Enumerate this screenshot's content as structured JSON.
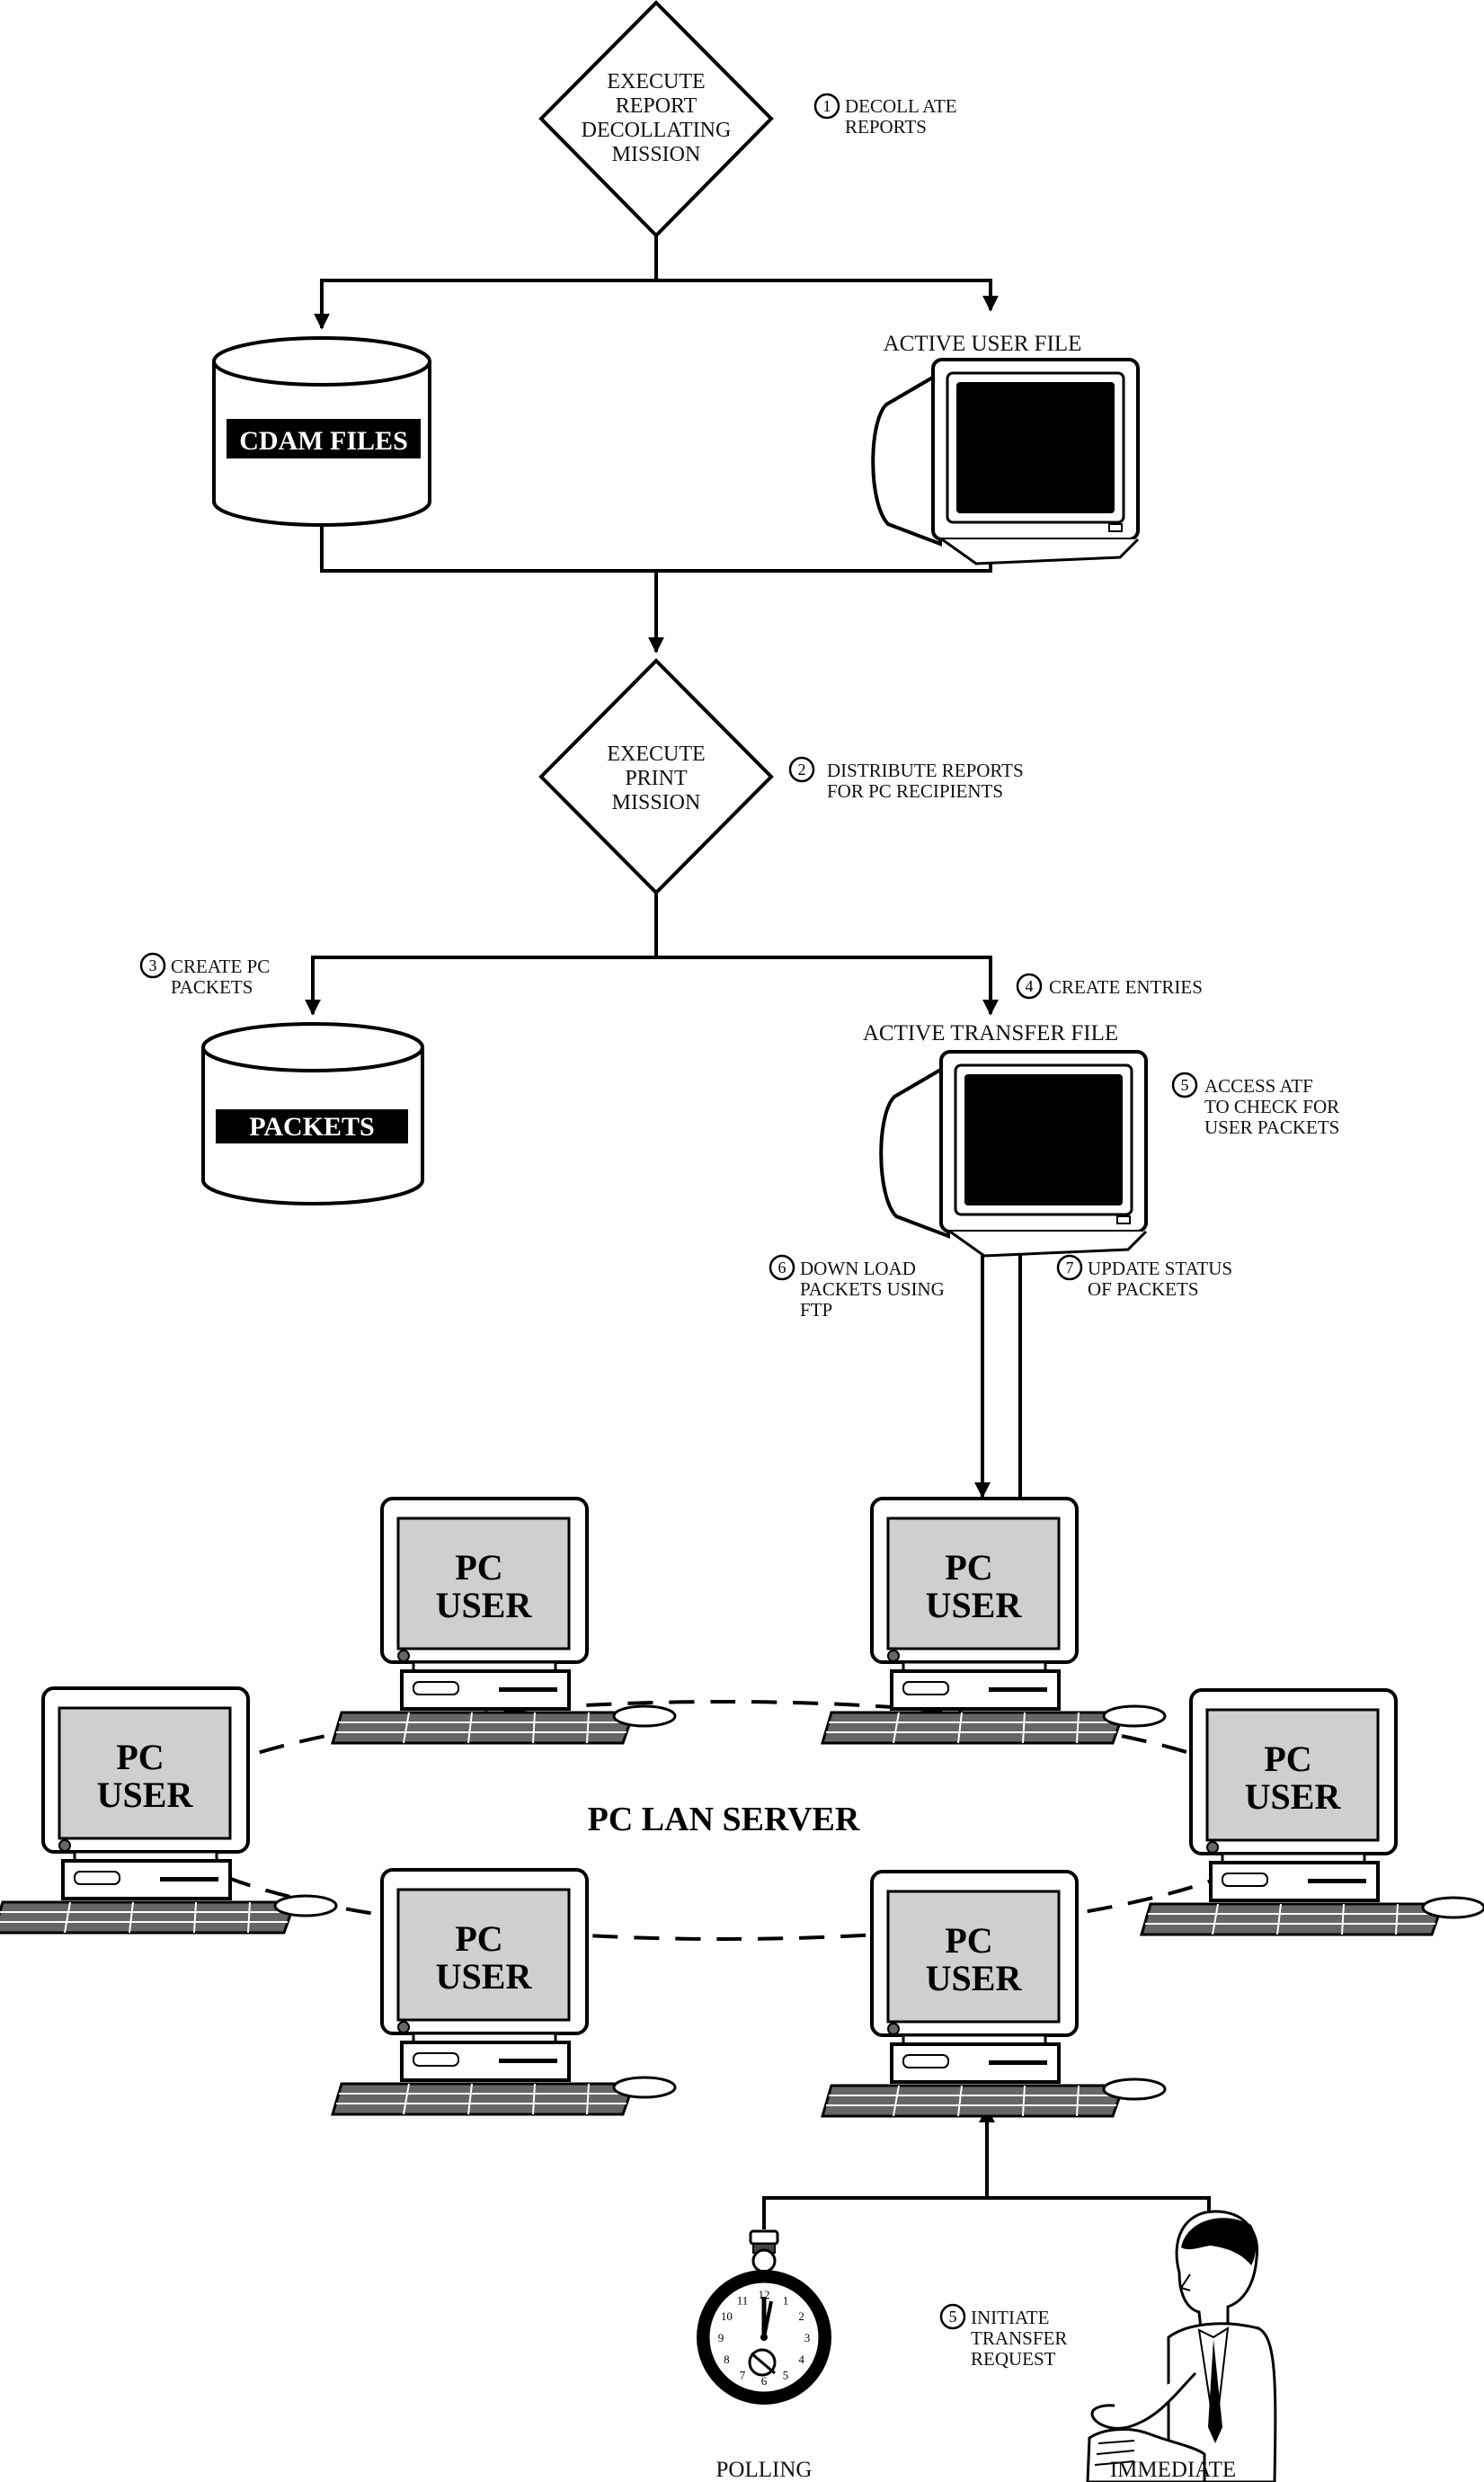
{
  "diagram": {
    "decision1": [
      "EXECUTE",
      "REPORT",
      "DECOLLATING",
      "MISSION"
    ],
    "decision2": [
      "EXECUTE",
      "PRINT",
      "MISSION"
    ],
    "cdam_label": "CDAM FILES",
    "packets_label": "PACKETS",
    "active_user_title": "ACTIVE USER FILE",
    "active_transfer_title": "ACTIVE TRANSFER FILE",
    "lan_label": "PC LAN SERVER",
    "pc_line1": "PC",
    "pc_line2": "USER",
    "polling_label": "POLLING",
    "immediate_label": "IMMEDIATE",
    "steps": [
      {
        "num": "1",
        "lines": [
          "DECOLL ATE",
          "REPORTS"
        ]
      },
      {
        "num": "2",
        "lines": [
          "DISTRIBUTE  REPORTS",
          "FOR PC RECIPIENTS"
        ]
      },
      {
        "num": "3",
        "lines": [
          "CREATE PC",
          "PACKETS"
        ]
      },
      {
        "num": "4",
        "lines": [
          "CREATE ENTRIES"
        ]
      },
      {
        "num": "5",
        "lines": [
          "ACCESS ATF",
          "TO CHECK FOR",
          "USER PACKETS"
        ]
      },
      {
        "num": "6",
        "lines": [
          "DOWN LOAD",
          "PACKETS USING",
          "FTP"
        ]
      },
      {
        "num": "7",
        "lines": [
          "UPDATE STATUS",
          "OF PACKETS"
        ]
      },
      {
        "num": "5",
        "lines": [
          "INITIATE",
          "TRANSFER",
          "REQUEST"
        ]
      }
    ],
    "clock_numbers": [
      "12",
      "1",
      "2",
      "3",
      "4",
      "5",
      "6",
      "7",
      "8",
      "9",
      "10",
      "11"
    ]
  }
}
